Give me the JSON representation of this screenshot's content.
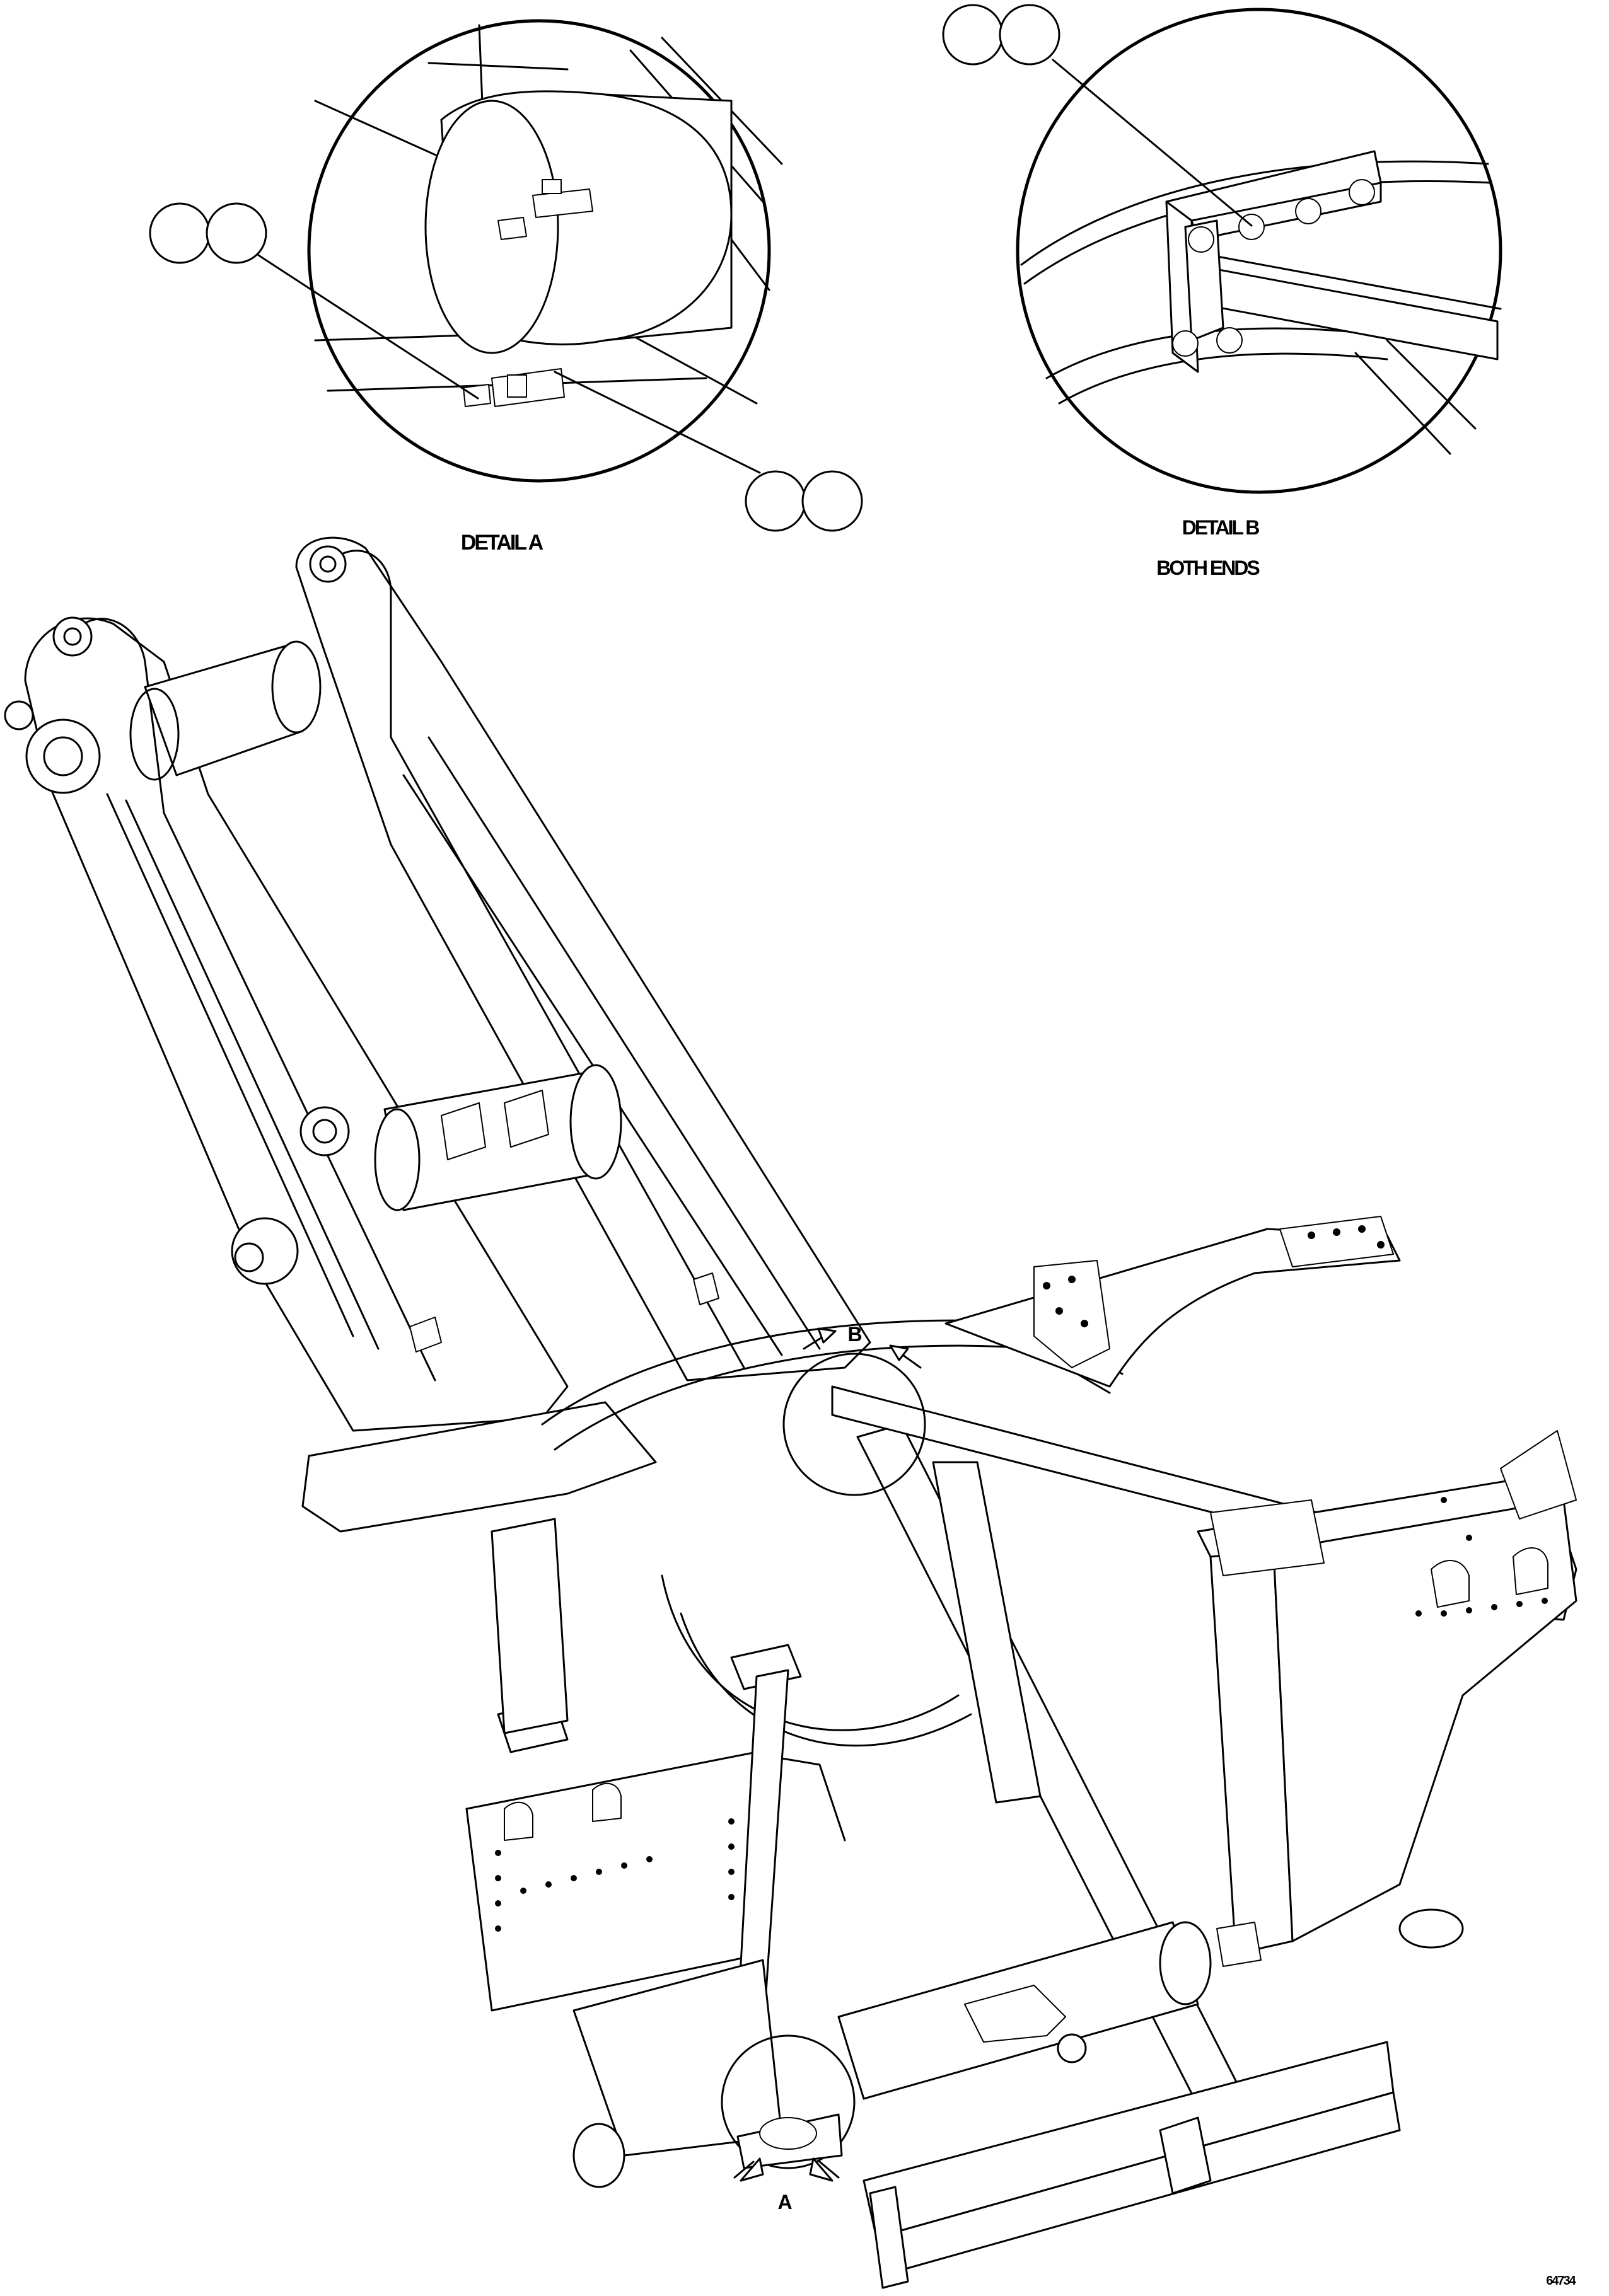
{
  "callouts": {
    "detail_a_upper": [
      "",
      ""
    ],
    "detail_a_lower": [
      "",
      ""
    ],
    "detail_b": [
      "",
      ""
    ]
  },
  "labels": {
    "detail_a": "DETAIL A",
    "detail_b": "DETAIL B",
    "detail_b_note": "BOTH ENDS",
    "marker_a": "A",
    "marker_b": "B",
    "figure_number": "64734"
  }
}
